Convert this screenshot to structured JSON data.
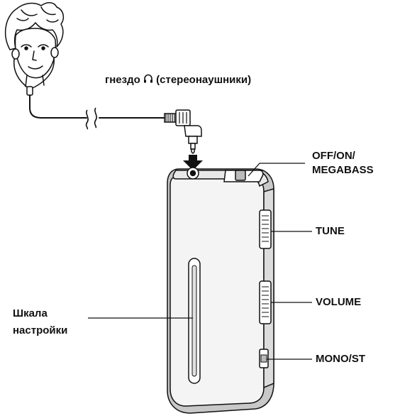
{
  "labels": {
    "jack_prefix": "гнездо",
    "jack_suffix": "(стереонаушники)",
    "power_line1": "OFF/ON/",
    "power_line2": "MEGABASS",
    "tune": "TUNE",
    "volume": "VOLUME",
    "scale_line1": "Шкала",
    "scale_line2": "настройки",
    "mono": "MONO/ST"
  },
  "icons": [
    "headphones-icon"
  ],
  "colors": {
    "ink": "#111111",
    "device_body": "#f4f4f4",
    "device_shadow": "#c8c8c8"
  }
}
